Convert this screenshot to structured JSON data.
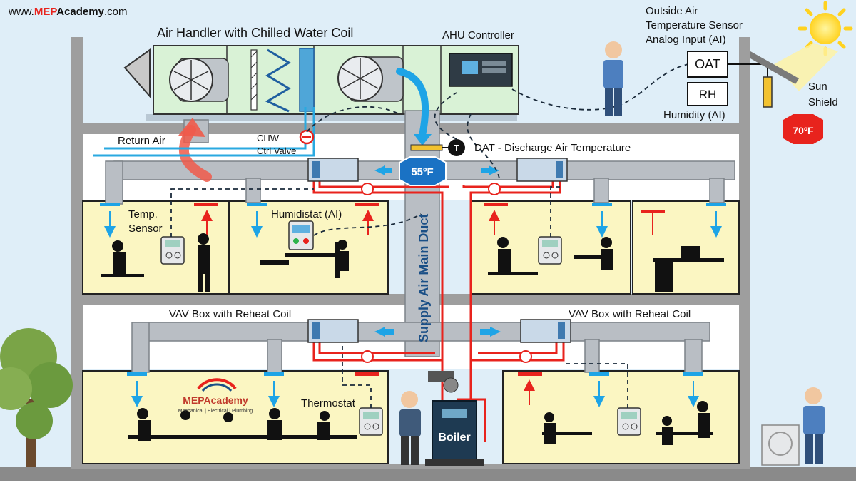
{
  "brand": {
    "prefix": "www.",
    "accent": "MEP",
    "name": "Academy",
    "suffix": ".com"
  },
  "labels": {
    "ahu_title": "Air Handler with Chilled Water Coil",
    "ahu_controller": "AHU Controller",
    "oat_sensor_line1": "Outside Air",
    "oat_sensor_line2": "Temperature Sensor",
    "oat_sensor_line3": "Analog Input (AI)",
    "oat_box": "OAT",
    "rh_box": "RH",
    "humidity": "Humidity (AI)",
    "sun_shield_line1": "Sun",
    "sun_shield_line2": "Shield",
    "outdoor_temp": "70ºF",
    "return_air": "Return Air",
    "chw_line1": "CHW",
    "chw_line2": "Ctrl Valve",
    "dat_symbol": "T",
    "dat_label": "DAT - Discharge Air Temperature",
    "supply_temp": "55ºF",
    "temp_sensor_line1": "Temp.",
    "temp_sensor_line2": "Sensor",
    "humidistat": "Humidistat (AI)",
    "supply_duct": "Supply Air Main Duct",
    "vav_left": "VAV Box with Reheat Coil",
    "vav_right": "VAV Box with Reheat Coil",
    "thermostat": "Thermostat",
    "boiler": "Boiler",
    "logo_name": "MEPAcademy",
    "logo_tagline": "Mechanical | Electrical | Plumbing"
  },
  "colors": {
    "sky": "#dfeef8",
    "wall": "#9e9e9e",
    "room": "#fbf6c2",
    "duct": "#b9bec4",
    "ahu": "#d9f2d6",
    "supply_air": "#1ea4e6",
    "hot_water": "#e8231d",
    "chilled_water": "#2aa9e0",
    "control_wire": "#1a2a3a"
  }
}
